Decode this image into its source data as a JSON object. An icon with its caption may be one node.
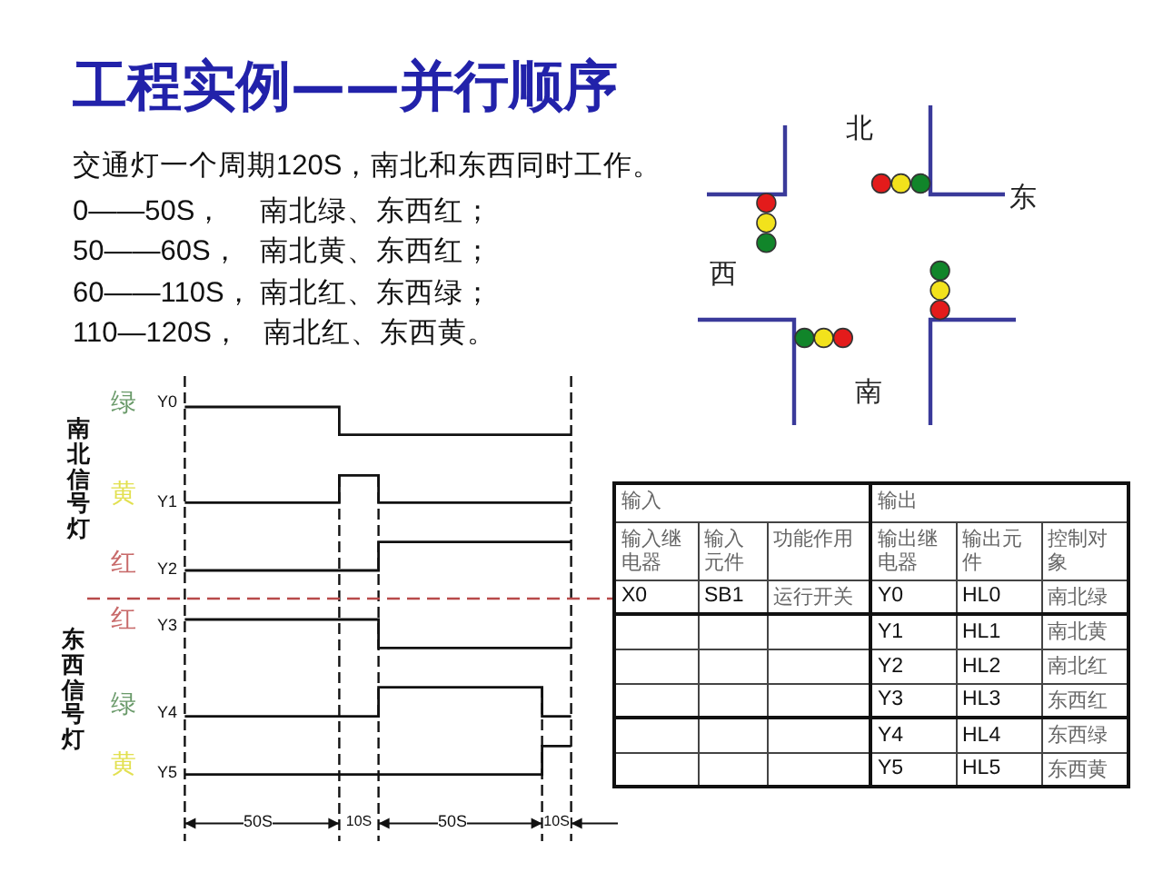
{
  "diagram": {
    "title": "工程实例——并行顺序",
    "labels": [
      "交通灯一个周期120S，南北和东西同时工作。",
      "0——50S，",
      "南北绿、东西红；",
      "50——60S，",
      "南北黄、东西红；",
      "60——110S，",
      "南北红、东西绿；",
      "110—120S，",
      "南北红、东西黄。",
      "北",
      "东",
      "西",
      "南",
      "南北信号灯",
      "绿",
      "Y0",
      "黄",
      "Y1",
      "红",
      "Y2",
      "东西信号灯",
      "红",
      "Y3",
      "绿",
      "Y4",
      "黄",
      "Y5",
      "50S",
      "10S",
      "50S",
      "10S",
      "输入",
      "输出",
      "输入继电器",
      "输入元件",
      "功能作用",
      "输出继电器",
      "输出元件",
      "控制对象",
      "X0",
      "SB1",
      "运行开关",
      "Y0",
      "HL0",
      "南北绿",
      "Y1",
      "HL1",
      "南北黄",
      "Y2",
      "HL2",
      "南北红",
      "Y3",
      "HL3",
      "东西红",
      "Y4",
      "HL4",
      "东西绿",
      "Y5",
      "HL5",
      "东西黄"
    ]
  }
}
